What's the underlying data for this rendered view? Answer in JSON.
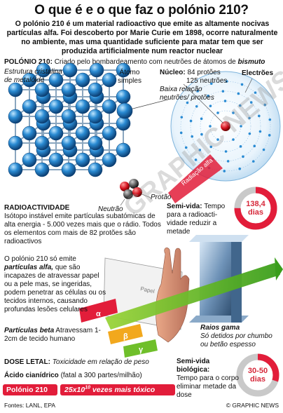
{
  "title": "O que é e o que faz o polónio 210?",
  "intro": "O polónio 210 é um material radioactivo que emite as altamente nocivas partículas alfa. Foi descoberto por Marie Curie em 1898, ocorre naturalmente no ambiente, mas uma quantidade suficiente para matar tem que ser produzida artificialmente num reactor nuclear",
  "polonium_line": {
    "label": "POLÓNIO 210:",
    "text": "Criado pelo bombardeamento com neutrões de átomos de",
    "element": "bismuto"
  },
  "crystal_label": "Estrutura cristalina de metalóide",
  "atom_label": "Átomo simples",
  "nucleus": {
    "label": "Núcleo:",
    "protons": "84 protões",
    "neutrons": "125 neutrões",
    "ratio": "Baixa relação neutrões/ protões"
  },
  "electrons_label": "Electrões",
  "radiation_label": "Radiação alfa",
  "proton_label": "Protão",
  "neutron_label": "Neutrão",
  "radioactivity": {
    "heading": "RADIOACTIVIDADE",
    "text": "Isótopo instável emite partículas subatómicas de alta energia - 5.000 vezes mais que o rádio. Todos os elementos com mais de 82 protões são radioactivos"
  },
  "half_life": {
    "heading": "Semi-vida:",
    "text": "Tempo para a radioacti- vidade reduzir a metade",
    "value": "138,4",
    "unit": "dias",
    "fraction": 0.75
  },
  "alpha": {
    "text_pre": "O polónio 210 só emite",
    "term": "partículas alfa,",
    "text_post": "que são incapazes de atravessar papel ou a pele mas, se ingeridas, podem penetrar as células ou os tecidos internos, causando profundas lesões celulares",
    "symbol": "α"
  },
  "beta": {
    "term": "Partículas beta",
    "text": "Atravessam 1-2cm de tecido humano",
    "symbol": "β"
  },
  "gamma": {
    "term": "Raios gama",
    "text": "Só detidos por chumbo ou betão espesso",
    "symbol": "γ"
  },
  "paper_label": "Papel",
  "lethal": {
    "heading": "DOSE LETAL:",
    "text": "Toxicidade em relação de peso",
    "cyanide_term": "Ácido cianídrico",
    "cyanide_text": "(fatal a 300 partes/milhão)",
    "polonium": "Polónio 210",
    "multiplier": "25x10",
    "exponent": "10",
    "multiplier_text": "vezes mais tóxico"
  },
  "bio_half_life": {
    "heading": "Semi-vida biológica:",
    "text": "Tempo para o corpo eliminar metade da dose",
    "value": "30-50",
    "unit": "dias",
    "fraction": 0.3
  },
  "sources": "Fontes: LANL, EPA",
  "credit": "© GRAPHIC NEWS",
  "watermark": "GRAPHIC NEWS",
  "colors": {
    "accent_red": "#d6283a",
    "bright_red": "#e21d3a",
    "sphere_blue": "#2a8bd3",
    "grey_ring": "#c9c9c9"
  }
}
